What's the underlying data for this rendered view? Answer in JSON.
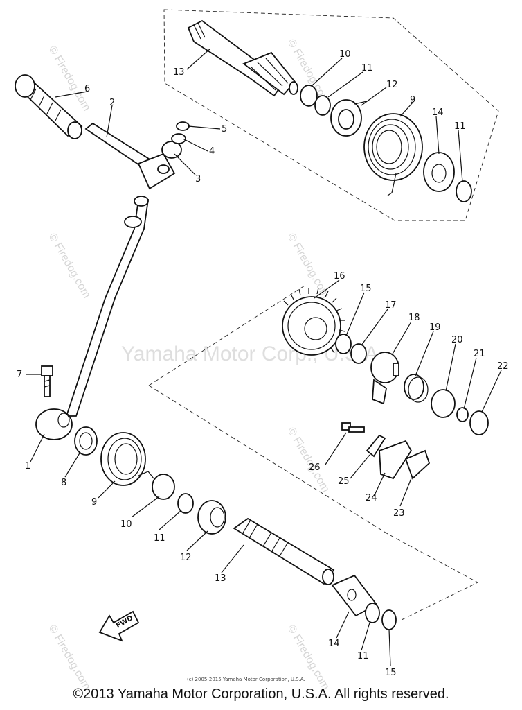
{
  "watermarks": {
    "brand": "Yamaha Motor Corp., U.S.A.",
    "site": "© Firedog.com"
  },
  "fine_print": "(c) 2005-2015 Yamaha Motor Corporation, U.S.A.",
  "fwd_label": "FWD",
  "copyright": "©2013 Yamaha Motor Corporation, U.S.A. All rights reserved.",
  "callouts": [
    {
      "id": "c13a",
      "label": "13"
    },
    {
      "id": "c10a",
      "label": "10"
    },
    {
      "id": "c11a",
      "label": "11"
    },
    {
      "id": "c12a",
      "label": "12"
    },
    {
      "id": "c9a",
      "label": "9"
    },
    {
      "id": "c14a",
      "label": "14"
    },
    {
      "id": "c11b",
      "label": "11"
    },
    {
      "id": "c6",
      "label": "6"
    },
    {
      "id": "c2",
      "label": "2"
    },
    {
      "id": "c5",
      "label": "5"
    },
    {
      "id": "c4",
      "label": "4"
    },
    {
      "id": "c3",
      "label": "3"
    },
    {
      "id": "c16",
      "label": "16"
    },
    {
      "id": "c15a",
      "label": "15"
    },
    {
      "id": "c17",
      "label": "17"
    },
    {
      "id": "c18",
      "label": "18"
    },
    {
      "id": "c19",
      "label": "19"
    },
    {
      "id": "c20",
      "label": "20"
    },
    {
      "id": "c21",
      "label": "21"
    },
    {
      "id": "c22",
      "label": "22"
    },
    {
      "id": "c7",
      "label": "7"
    },
    {
      "id": "c1",
      "label": "1"
    },
    {
      "id": "c8",
      "label": "8"
    },
    {
      "id": "c9b",
      "label": "9"
    },
    {
      "id": "c10b",
      "label": "10"
    },
    {
      "id": "c11c",
      "label": "11"
    },
    {
      "id": "c12b",
      "label": "12"
    },
    {
      "id": "c13b",
      "label": "13"
    },
    {
      "id": "c26",
      "label": "26"
    },
    {
      "id": "c25",
      "label": "25"
    },
    {
      "id": "c24",
      "label": "24"
    },
    {
      "id": "c23",
      "label": "23"
    },
    {
      "id": "c14b",
      "label": "14"
    },
    {
      "id": "c11d",
      "label": "11"
    },
    {
      "id": "c15b",
      "label": "15"
    }
  ]
}
